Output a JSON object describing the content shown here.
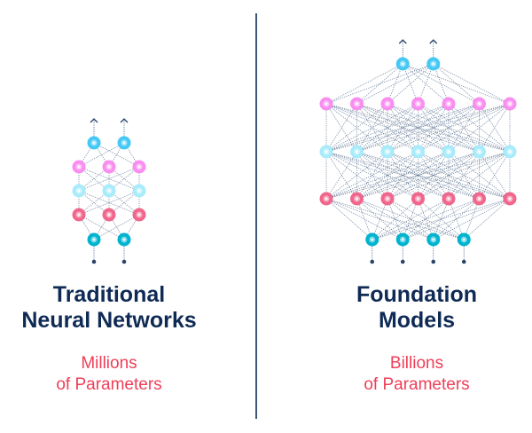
{
  "left": {
    "title_line1": "Traditional",
    "title_line2": "Neural Networks",
    "subtitle_line1": "Millions",
    "subtitle_line2": "of Parameters",
    "layers": [
      2,
      3,
      3,
      3,
      2
    ]
  },
  "right": {
    "title_line1": "Foundation",
    "title_line2": "Models",
    "subtitle_line1": "Billions",
    "subtitle_line2": "of Parameters",
    "layers": [
      4,
      7,
      7,
      7,
      2
    ]
  },
  "colors": {
    "title": "#0f2a55",
    "subtitle": "#ef3e57",
    "input_node": "#00b4d0",
    "red_node": "#f0668c",
    "light_cyan_node": "#a8ecfb",
    "pink_node": "#f98ef0",
    "output_node": "#44c8f5",
    "edge": "#4a6386"
  }
}
